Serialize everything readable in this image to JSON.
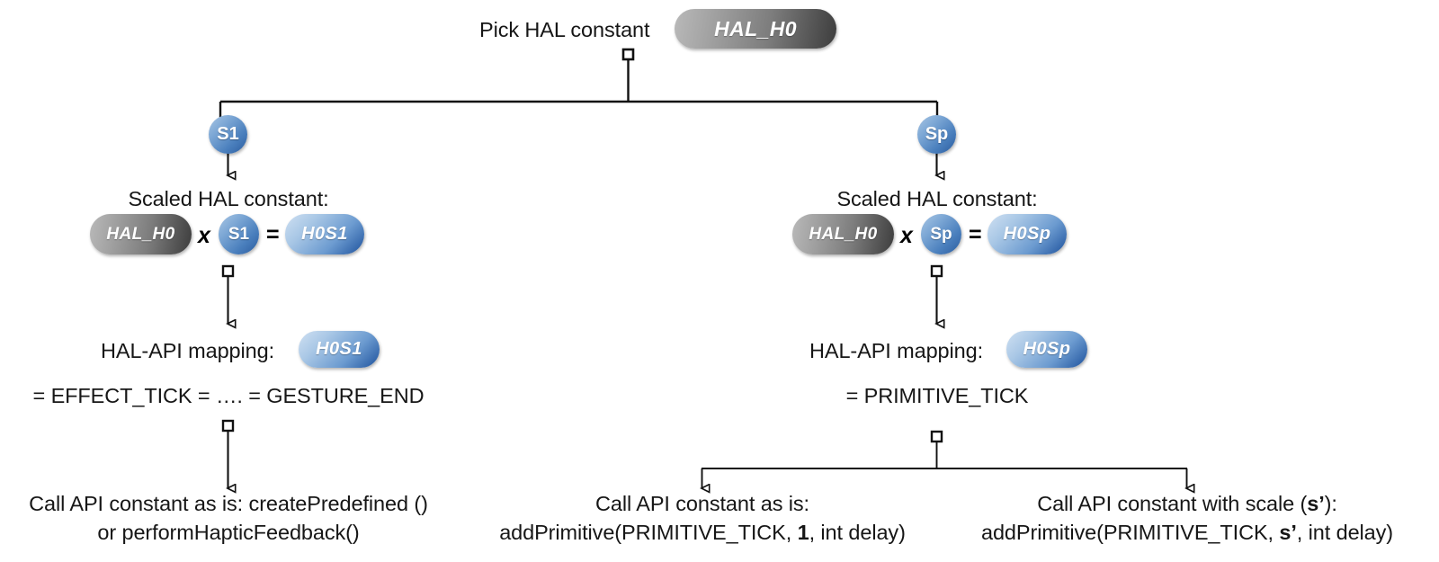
{
  "diagram": {
    "title": "HAL constant to API mapping decision tree",
    "colors": {
      "gray_pill_start": "#b9b9b9",
      "gray_pill_end": "#3d3d3d",
      "blue_pill_start": "#cfe0f2",
      "blue_pill_end": "#24518f",
      "circle_start": "#a9c6e4",
      "circle_end": "#2b5c9e",
      "connector": "#1a1a1a",
      "background": "#ffffff"
    }
  },
  "root": {
    "label": "Pick HAL constant",
    "pill": "HAL_H0"
  },
  "branches": {
    "left": {
      "badge": "S1",
      "scaled": {
        "label": "Scaled HAL constant:",
        "operand_a": "HAL_H0",
        "operator_mul": "x",
        "operand_b": "S1",
        "operator_eq": "=",
        "result": "H0S1"
      },
      "mapping": {
        "label": "HAL-API mapping:",
        "pill": "H0S1",
        "equation": "= EFFECT_TICK = …. = GESTURE_END"
      },
      "leaves": [
        {
          "line1": "Call API constant as is: createPredefined ()",
          "line2": "or performHapticFeedback()"
        }
      ]
    },
    "right": {
      "badge": "Sp",
      "scaled": {
        "label": "Scaled HAL constant:",
        "operand_a": "HAL_H0",
        "operator_mul": "x",
        "operand_b": "Sp",
        "operator_eq": "=",
        "result": "H0Sp"
      },
      "mapping": {
        "label": "HAL-API mapping:",
        "pill": "H0Sp",
        "equation": "= PRIMITIVE_TICK"
      },
      "leaves": [
        {
          "line1": "Call API constant as is:",
          "line2_pre": "addPrimitive(PRIMITIVE_TICK, ",
          "line2_bold": "1",
          "line2_post": ", int delay)"
        },
        {
          "line1_pre": "Call API constant with scale (",
          "line1_bold": "s’",
          "line1_post": "):",
          "line2_pre": "addPrimitive(PRIMITIVE_TICK, ",
          "line2_bold": "s’",
          "line2_post": ", int delay)"
        }
      ]
    }
  }
}
